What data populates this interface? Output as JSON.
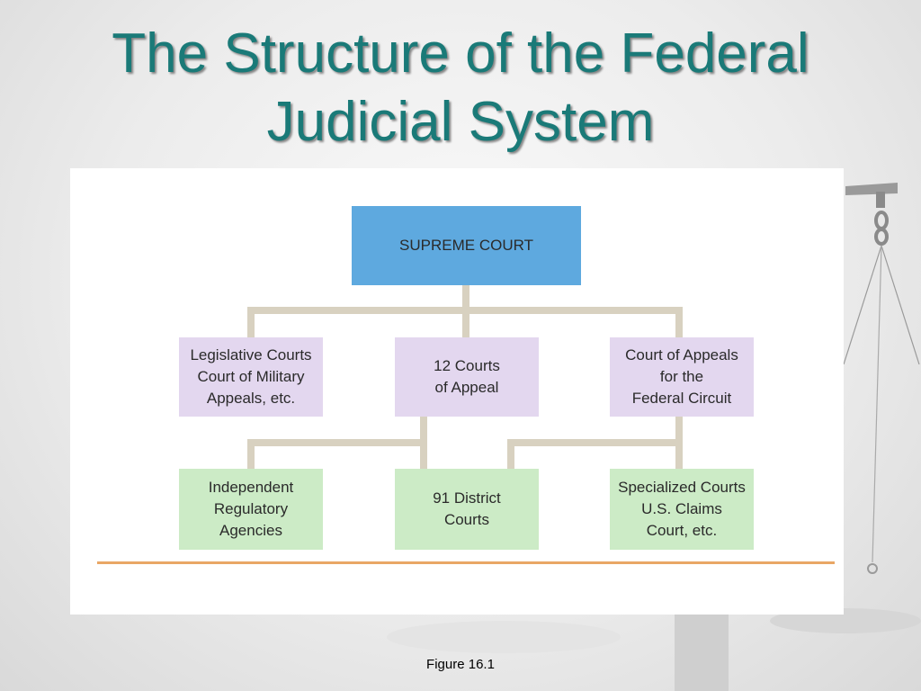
{
  "slide": {
    "title": "The Structure of the Federal\nJudicial System",
    "caption": "Figure 16.1"
  },
  "diagram": {
    "supreme": "SUPREME COURT",
    "tier2": {
      "left": "Legislative Courts\nCourt of Military\nAppeals, etc.",
      "center": "12 Courts\nof Appeal",
      "right": "Court of Appeals\nfor the\nFederal Circuit"
    },
    "tier3": {
      "left": "Independent\nRegulatory\nAgencies",
      "center": "91 District\nCourts",
      "right": "Specialized Courts\nU.S. Claims\nCourt, etc."
    }
  },
  "colors": {
    "title": "#1a7a78",
    "supreme_box": "#5ea9df",
    "tier2_box": "#e3d7ef",
    "tier3_box": "#ccebc6",
    "connector": "#d8d1c0",
    "baseline": "#e9a765"
  }
}
